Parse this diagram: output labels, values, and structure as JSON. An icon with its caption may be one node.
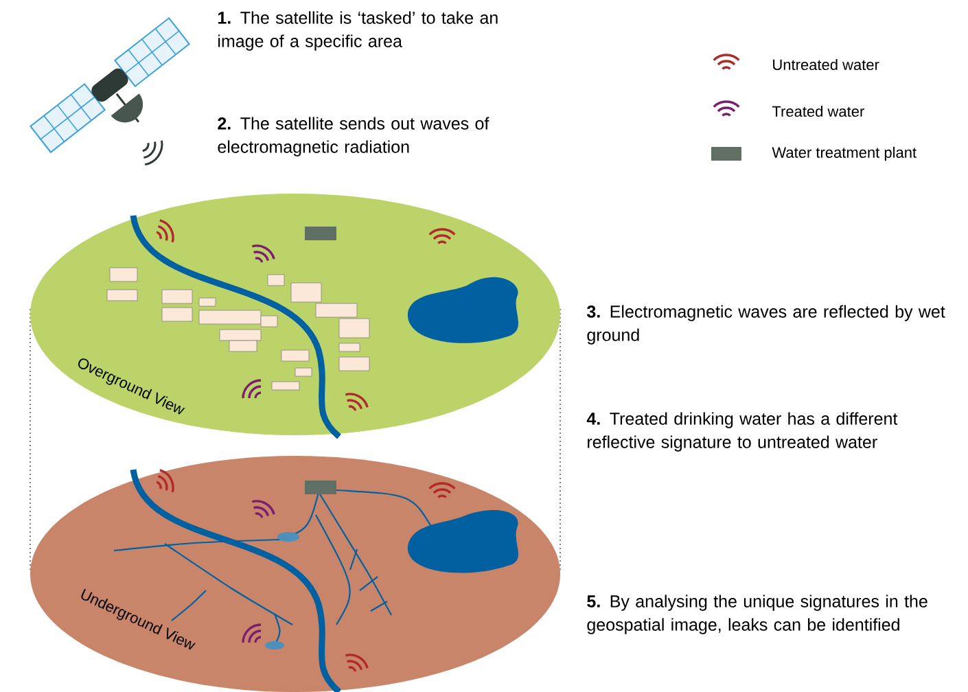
{
  "diagram": {
    "nodes": [
      {
        "text": [
          "Overground View"
        ]
      },
      {
        "text": [
          "Underground View"
        ]
      }
    ],
    "labels": [
      "**1.** The satellite is ‘tasked’ to take an image of a specific area",
      "**2.** The satellite sends out waves of electromagnetic radiation",
      "**3.** Electromagnetic waves are reflected by wet ground",
      "**4.** Treated drinking water has a different reflective signature to untreated water",
      "**5.** By analysing the unique signatures in the geospatial image, leaks can be identified"
    ],
    "legend": [
      {
        "text": "Untreated water"
      },
      {
        "text": "Treated water"
      },
      {
        "text": "Water treatment plant",
        "color": "#5f6f63"
      }
    ]
  }
}
